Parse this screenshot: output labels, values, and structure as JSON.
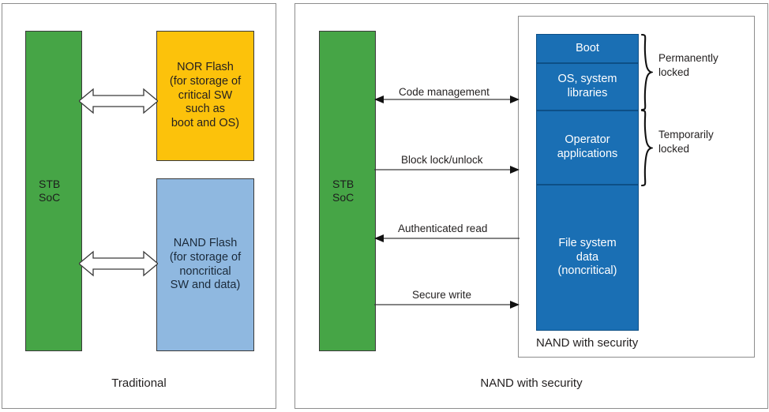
{
  "figure": {
    "panels": [
      {
        "id": "traditional",
        "caption": "Traditional",
        "soc_label": "STB\nSoC",
        "boxes": [
          {
            "name": "nor-flash",
            "label": "NOR Flash\n(for storage of\ncritical SW\nsuch as\nboot and OS)"
          },
          {
            "name": "nand-flash",
            "label": "NAND Flash\n(for storage of\nnoncritical\nSW and data)"
          }
        ],
        "connectors": [
          {
            "name": "soc-to-nor",
            "label": "",
            "direction": "both"
          },
          {
            "name": "soc-to-nand",
            "label": "",
            "direction": "both"
          }
        ]
      },
      {
        "id": "nand-with-security",
        "caption": "NAND with security",
        "soc_label": "STB\nSoC",
        "container_label": "NAND with security",
        "blocks": [
          {
            "name": "boot",
            "label": "Boot"
          },
          {
            "name": "os-system-libraries",
            "label": "OS, system\nlibraries"
          },
          {
            "name": "operator-applications",
            "label": "Operator\napplications"
          },
          {
            "name": "file-system-data",
            "label": "File system\ndata\n(noncritical)"
          }
        ],
        "connectors": [
          {
            "name": "code-management",
            "label": "Code management",
            "direction": "both"
          },
          {
            "name": "block-lock-unlock",
            "label": "Block lock/unlock",
            "direction": "right"
          },
          {
            "name": "authenticated-read",
            "label": "Authenticated read",
            "direction": "left"
          },
          {
            "name": "secure-write",
            "label": "Secure write",
            "direction": "right"
          }
        ],
        "braces": [
          {
            "name": "permanently-locked",
            "label": "Permanently\nlocked"
          },
          {
            "name": "temporarily-locked",
            "label": "Temporarily\nlocked"
          }
        ]
      }
    ],
    "colors": {
      "soc_green": "#46a546",
      "nor_yellow": "#fcc20b",
      "nand_blue": "#8fb8e0",
      "secure_block_blue": "#1a6fb4",
      "panel_border": "#8d8d8d",
      "text": "#221f1f"
    }
  }
}
